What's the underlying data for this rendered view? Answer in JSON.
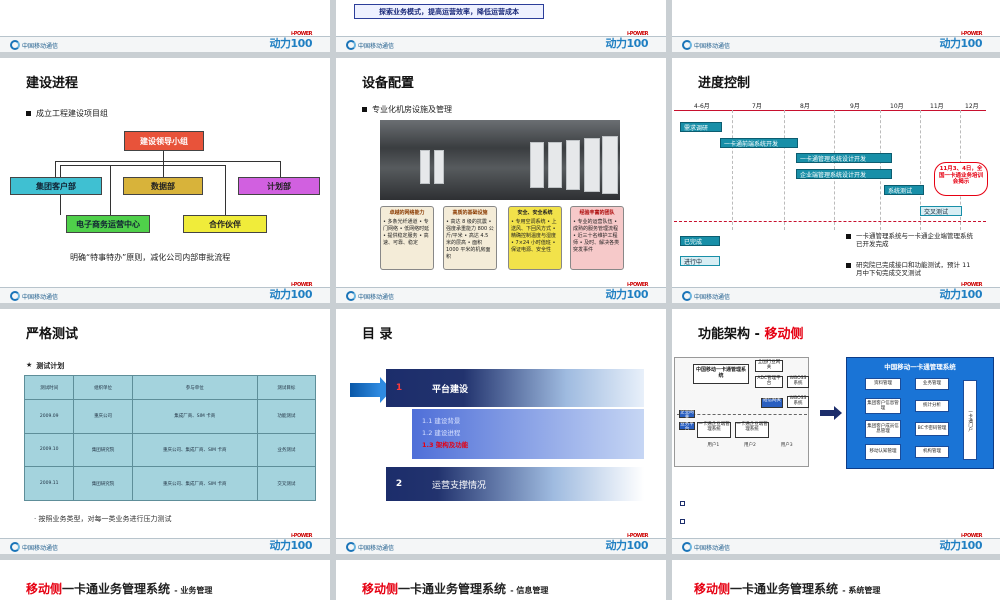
{
  "top_row": {
    "mid_banner": "探索业务模式，提高运营效率，降低运营成本"
  },
  "footer": {
    "cm_name": "中国移动通信",
    "cm_name_en": "CHINA MOBILE",
    "m100_brand": "i-POWER",
    "m100_text": "动力100"
  },
  "slide_progress": {
    "title": "建设进程",
    "bullet": "成立工程建设项目组",
    "org": {
      "top": "建设领导小组",
      "mid": [
        "集团客户部",
        "数据部",
        "计划部"
      ],
      "bottom": [
        "电子商务运营中心",
        "合作伙伴"
      ]
    },
    "principle": "明确“特事特办”原则，减化公司内部审批流程"
  },
  "slide_equipment": {
    "title": "设备配置",
    "bullet": "专业化机房设施及管理",
    "cards": [
      {
        "head": "卓越的网络能力",
        "body": "• 多条光纤通道 • 专门网络 • 低网络时延 • 提供稳定服务 • 高速、可靠、稳定"
      },
      {
        "head": "高质的基础设施",
        "body": "• 高达 8 级的抗震 • 强度承重能力 800 公斤/平米 • 高达 4.5 米的层高 • 面积 1000 平米的机房面积"
      },
      {
        "head": "安全、安全系统",
        "body": "• 专用空调系统 • 上送风、下回风方式 • 精确控制温度与湿度 • 7×24 小时值班 • 保证电源、安全性"
      },
      {
        "head": "经验丰富的团队",
        "body": "• 专业的运营队伍 • 成熟的服务管理流程 • 近三十名维护工程师 • 及时、解决各类突发事件"
      }
    ]
  },
  "slide_schedule": {
    "title": "进度控制",
    "months": [
      "4-6月",
      "7月",
      "8月",
      "9月",
      "10月",
      "11月",
      "12月"
    ],
    "bars": [
      {
        "label": "需求调研"
      },
      {
        "label": "一卡通前端系统开发"
      },
      {
        "label": "一卡通管理系统设计开发"
      },
      {
        "label": "企业端管理系统设计开发"
      },
      {
        "label": "系统测试"
      },
      {
        "label": "交叉测试"
      }
    ],
    "callout": "11月3、4日，全国一卡通业务培训会揭示",
    "legend": [
      "已完成",
      "进行中"
    ],
    "notes": [
      "一卡通管理系统与一卡通企业端管理系统已开发完成",
      "研究院已完成接口和功能测试，预计 11 月中下旬完成交叉测试"
    ]
  },
  "slide_testing": {
    "title": "严格测试",
    "subtitle": "测试计划",
    "table": {
      "headers": [
        "测试时间",
        "组织单位",
        "参与单位",
        "测试目标"
      ],
      "rows": [
        [
          "2009.09",
          "重庆公司",
          "集成厂商、SIM 卡商",
          "功能测试"
        ],
        [
          "2009.10",
          "集团研究院",
          "重庆公司、集成厂商、SIM 卡商",
          "业务测试"
        ],
        [
          "2009.11",
          "集团研究院",
          "重庆公司、集成厂商、SIM 卡商",
          "交叉测试"
        ]
      ]
    },
    "footnote": "· 按照业务类型，对每一类业务进行压力测试"
  },
  "slide_toc": {
    "title": "目 录",
    "items": [
      {
        "num": "1",
        "label": "平台建设"
      },
      {
        "num": "2",
        "label": "运营支撑情况"
      }
    ],
    "subitems": [
      "1.1  建设背景",
      "1.2  建设进程",
      "1.3  架构及功能"
    ]
  },
  "slide_arch": {
    "title_prefix": "功能架构  -",
    "title_highlight": "移动侧",
    "left_diagram": {
      "top": "中国移动一卡通管理系统",
      "side_boxes": [
        "全国行业网关",
        "ADC管理平台",
        "WBOSS系统",
        "短信网关",
        "WBOSS系统"
      ],
      "bottom": [
        "一卡通企业端管理系统",
        "一卡通企业端管理系统"
      ],
      "bottom_small": [
        "企业网关",
        "业务平台"
      ],
      "labels": [
        "用户1",
        "用户2",
        "用户3"
      ]
    },
    "right_panel": {
      "title": "中国移动一卡通管理系统",
      "buttons": [
        "资料管理",
        "业务管理",
        "集团客户信息管理",
        "统计分析",
        "集团客户成员信息管理",
        "BC卡密码管理",
        "移动认知管理",
        "机构管理"
      ],
      "side": "一卡通门户"
    }
  },
  "bottom_row": [
    {
      "highlight": "移动侧",
      "text": "一卡通业务管理系统",
      "suffix": "- 业务管理"
    },
    {
      "highlight": "移动侧",
      "text": "一卡通业务管理系统",
      "suffix": "- 信息管理"
    },
    {
      "highlight": "移动侧",
      "text": "一卡通业务管理系统",
      "suffix": "- 系统管理"
    }
  ],
  "colors": {
    "accent_red": "#e60012",
    "teal_bar": "#188fa8",
    "org_red": "#e8533a",
    "org_teal": "#3fc0d2",
    "org_gold": "#d8b33a",
    "org_purple": "#d160e0",
    "org_green": "#4fd04a",
    "org_yellow": "#f0ec3a",
    "navy": "#1c2d6b"
  }
}
